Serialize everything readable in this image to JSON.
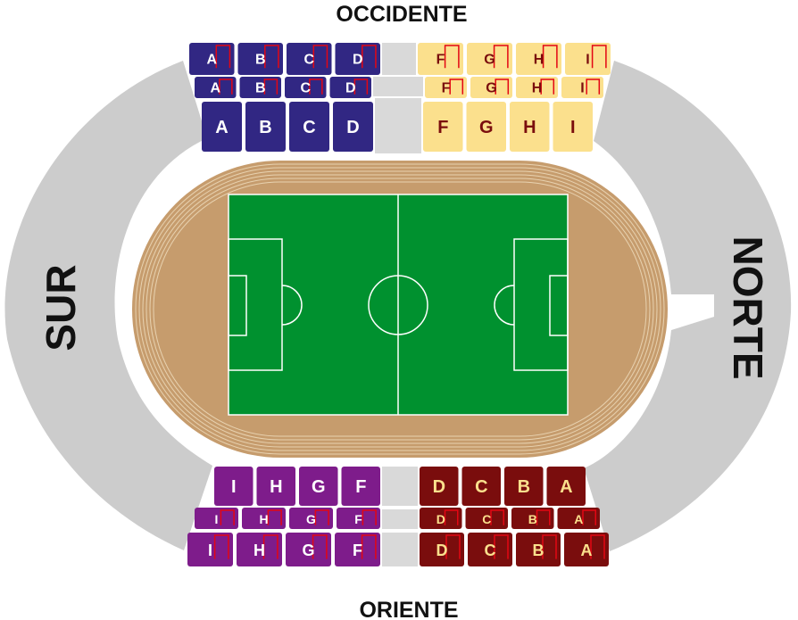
{
  "stands": {
    "north_label": "NORTE",
    "south_label": "SUR",
    "west_label": "OCCIDENTE",
    "east_label": "ORIENTE"
  },
  "colors": {
    "curve_stand": "#cccccc",
    "track": "#c69c6d",
    "track_lines": "#e8d2b0",
    "pitch": "#00912f",
    "pitch_lines": "#ffffff",
    "corridor": "#d9d9d9",
    "navy": "#312783",
    "yellow": "#fbe08d",
    "purple": "#7e1c8b",
    "maroon": "#7a0d0d",
    "red_accent": "#e30613"
  },
  "occidente": {
    "left_rows": [
      [
        "A",
        "B",
        "C",
        "D"
      ],
      [
        "A",
        "B",
        "C",
        "D"
      ],
      [
        "A",
        "B",
        "C",
        "D"
      ]
    ],
    "right_rows": [
      [
        "F",
        "G",
        "H",
        "I"
      ],
      [
        "F",
        "G",
        "H",
        "I"
      ],
      [
        "F",
        "G",
        "H",
        "I"
      ]
    ]
  },
  "oriente": {
    "left_rows": [
      [
        "I",
        "H",
        "G",
        "F"
      ],
      [
        "I",
        "H",
        "G",
        "F"
      ],
      [
        "I",
        "H",
        "G",
        "F"
      ]
    ],
    "right_rows": [
      [
        "D",
        "C",
        "B",
        "A"
      ],
      [
        "D",
        "C",
        "B",
        "A"
      ],
      [
        "D",
        "C",
        "B",
        "A"
      ]
    ]
  }
}
